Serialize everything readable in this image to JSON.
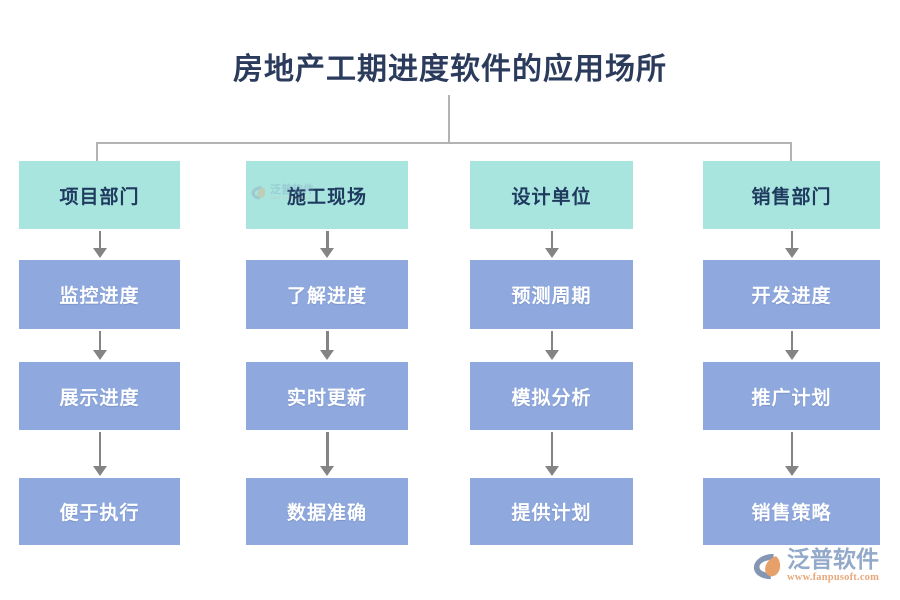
{
  "title": "房地产工期进度软件的应用场所",
  "colors": {
    "background": "#ffffff",
    "title_text": "#2b3b5c",
    "header_box": "#a8e5de",
    "header_text": "#1f3a5f",
    "step_box": "#8fa9de",
    "step_text": "#ffffff",
    "connector": "#b3b3b3",
    "arrow": "#848484",
    "logo_name": "#93a9c9",
    "logo_url": "#e8a87c",
    "logo_mark_blue": "#8496b4",
    "logo_mark_orange": "#e8a06a"
  },
  "columns": [
    {
      "header": "项目部门",
      "steps": [
        "监控进度",
        "展示进度",
        "便于执行"
      ]
    },
    {
      "header": "施工现场",
      "steps": [
        "了解进度",
        "实时更新",
        "数据准确"
      ]
    },
    {
      "header": "设计单位",
      "steps": [
        "预测周期",
        "模拟分析",
        "提供计划"
      ]
    },
    {
      "header": "销售部门",
      "steps": [
        "开发进度",
        "推广计划",
        "销售策略"
      ]
    }
  ],
  "watermark": {
    "name": "泛普软件",
    "url": "www.fanpusoft.com"
  },
  "logo": {
    "name": "泛普软件",
    "url": "www.fanpusoft.com"
  }
}
